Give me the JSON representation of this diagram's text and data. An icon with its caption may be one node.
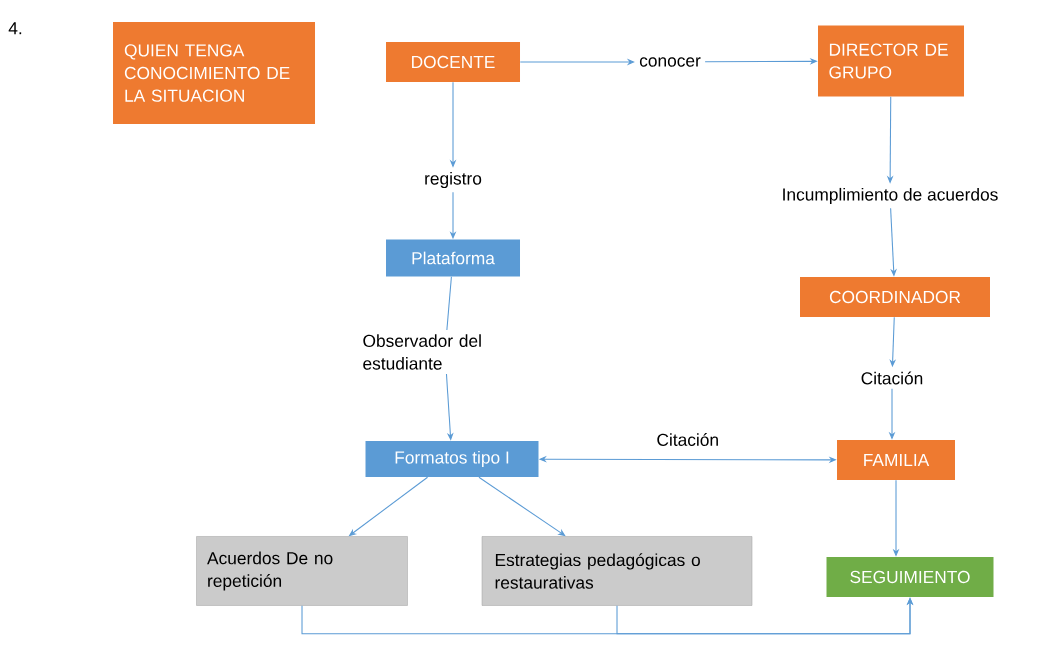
{
  "diagram": {
    "nodes": [
      {
        "text": [
          "QUIEN TENGA CONOCIMIENTO DE LA SITUACION"
        ]
      },
      {
        "text": [
          "DOCENTE"
        ]
      },
      {
        "text": [
          "conocer"
        ]
      },
      {
        "text": [
          "DIRECTOR DE GRUPO"
        ]
      },
      {
        "text": [
          "registro"
        ]
      },
      {
        "text": [
          "Plataforma"
        ]
      },
      {
        "text": [
          "Incumplimiento de acuerdos"
        ]
      },
      {
        "text": [
          "COORDINADOR"
        ]
      },
      {
        "text": [
          "Observador del estudiante"
        ]
      },
      {
        "text": [
          "Citación"
        ]
      },
      {
        "text": [
          "Formatos tipo I"
        ]
      },
      {
        "text": [
          "FAMILIA"
        ]
      },
      {
        "text": [
          "Acuerdos De no repetición"
        ]
      },
      {
        "text": [
          "Estrategias pedagógicas o restaurativas"
        ]
      },
      {
        "text": [
          "SEGUIMIENTO"
        ]
      }
    ],
    "edges": [
      {
        "from": 1,
        "to": 2,
        "arrow": "to"
      },
      {
        "from": 2,
        "to": 3,
        "arrow": "to"
      },
      {
        "from": 1,
        "to": 4,
        "arrow": "to"
      },
      {
        "from": 4,
        "to": 5,
        "arrow": "to"
      },
      {
        "from": 5,
        "to": 8,
        "arrow": "none"
      },
      {
        "from": 8,
        "to": 10,
        "arrow": "to"
      },
      {
        "from": 3,
        "to": 6,
        "arrow": "to"
      },
      {
        "from": 6,
        "to": 7,
        "arrow": "to"
      },
      {
        "from": 7,
        "to": 9,
        "arrow": "to"
      },
      {
        "from": 9,
        "to": 11,
        "arrow": "to"
      },
      {
        "from": 10,
        "to": 11,
        "arrow": "both",
        "label": "Citación"
      },
      {
        "from": 10,
        "to": 12,
        "arrow": "to"
      },
      {
        "from": 10,
        "to": 13,
        "arrow": "to"
      },
      {
        "from": 11,
        "to": 14,
        "arrow": "to"
      },
      {
        "from": 12,
        "to": 14,
        "arrow": "to"
      },
      {
        "from": 13,
        "to": 14,
        "arrow": "to"
      }
    ],
    "labels": [
      "4."
    ]
  }
}
